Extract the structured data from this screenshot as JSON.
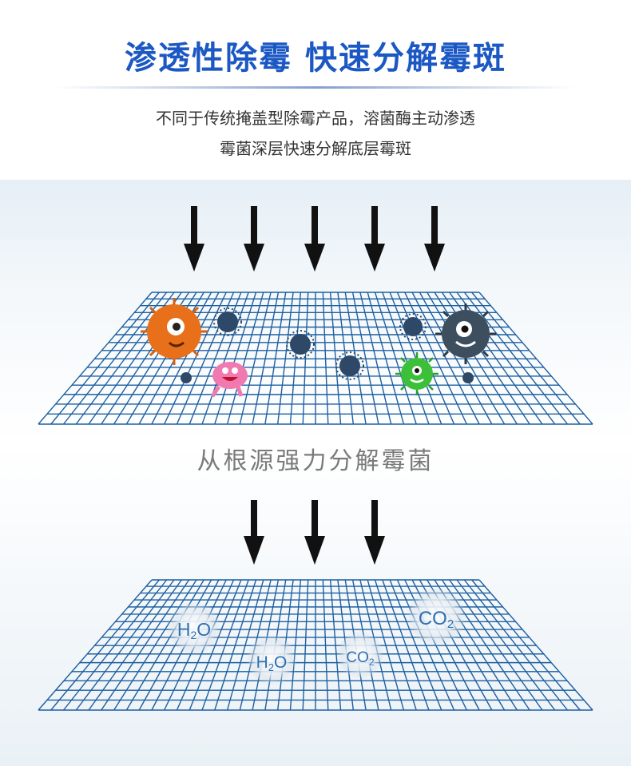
{
  "header": {
    "title": "渗透性除霉 快速分解霉斑",
    "subtitle_line1": "不同于传统掩盖型除霉产品，溶菌酶主动渗透",
    "subtitle_line2": "霉菌深层快速分解底层霉斑"
  },
  "middle_caption": "从根源强力分解霉菌",
  "molecules": [
    {
      "label": "H",
      "sub": "2",
      "tail": "O"
    },
    {
      "label": "H",
      "sub": "2",
      "tail": "O"
    },
    {
      "label": "CO",
      "sub": "2",
      "tail": ""
    },
    {
      "label": "CO",
      "sub": "2",
      "tail": ""
    }
  ],
  "colors": {
    "title": "#1c58c4",
    "grid": "#1d5fa0",
    "arrow": "#111111",
    "mold_orange": "#e8701a",
    "mold_dark": "#3a4a5a",
    "mold_green": "#3cc03a",
    "mold_pink": "#f07ab0",
    "spore": "#2e4868"
  },
  "icons": [
    "arrow-down-icon",
    "orange-mold-icon",
    "dark-mold-icon",
    "green-mold-icon",
    "pink-mold-icon",
    "spore-icon"
  ]
}
